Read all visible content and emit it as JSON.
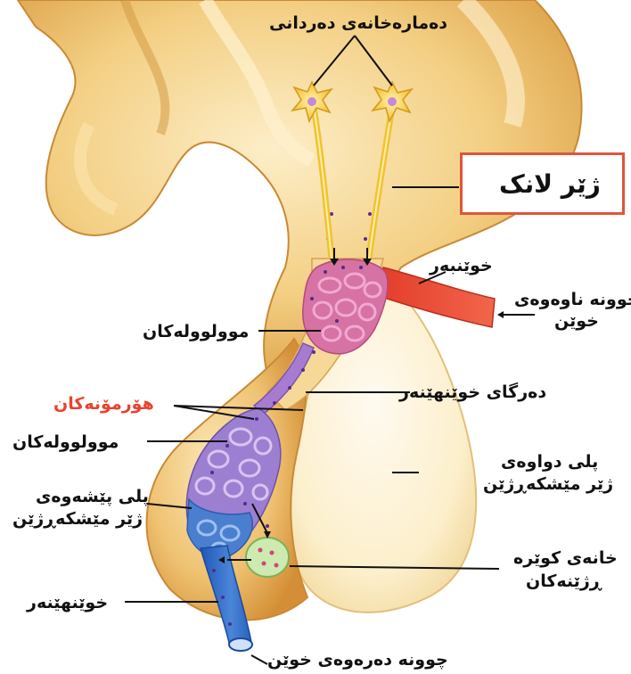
{
  "title": "ژێر لانک",
  "labels": {
    "nerve_cells": "دەمارەخانەی دەردانی",
    "artery": "خوێنبەر",
    "blood_in_line1": "چوونە ناوەوەی",
    "blood_in_line2": "خوێن",
    "capillaries_top": "موولوولەکان",
    "hormones": "هۆرمۆنەکان",
    "portal_vessel": "دەرگای خوێنهێنەر",
    "capillaries_bottom": "موولوولەکان",
    "posterior_line1": "پلی دواوەی",
    "posterior_line2": "ژێر مێشکەڕژێن",
    "anterior_line1": "پلی پێشەوەی",
    "anterior_line2": "ژێر مێشکەڕژێن",
    "gland_cells_line1": "خانەی کوێرە",
    "gland_cells_line2": "ڕژێنەکان",
    "vein": "خوێنهێنەر",
    "blood_out": "چوونە دەرەوەی خوێن"
  },
  "colors": {
    "tissue": "#f0c978",
    "tissue_dark": "#d99a3a",
    "tissue_light": "#fbe7b5",
    "posterior_lobe": "#fdf3d3",
    "artery": "#e8442e",
    "capillary_upper": "#c884c8",
    "capillary_lower": "#3a73c8",
    "neuron": "#f7d34a",
    "gland_cells": "#cdeab0",
    "title_border": "#e0553a"
  }
}
